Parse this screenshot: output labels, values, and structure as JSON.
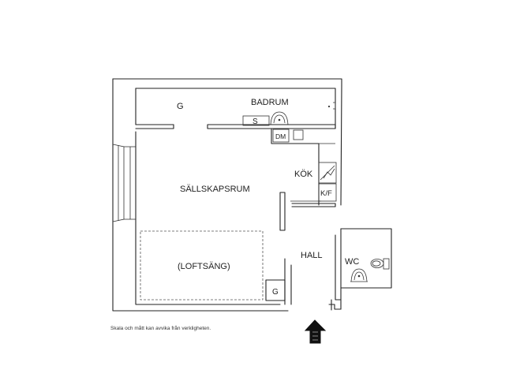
{
  "rooms": {
    "bathroom": "BADRUM",
    "living_room": "SÄLLSKAPSRUM",
    "kitchen": "KÖK",
    "hall": "HALL",
    "wc": "WC",
    "loft_bed": "(LOFTSÄNG)"
  },
  "fixtures": {
    "closet_bath": "G",
    "closet_hall": "G",
    "shelf": "S",
    "dishwasher": "DM",
    "fridge_freezer": "K/F"
  },
  "disclaimer": "Skala och mått kan avvika från verkligheten.",
  "icons": {
    "entrance": "entrance-arrow-icon",
    "sink": "sink-icon",
    "toilet": "toilet-icon",
    "stove": "stove-icon"
  },
  "colors": {
    "line": "#222222",
    "background": "#ffffff"
  }
}
